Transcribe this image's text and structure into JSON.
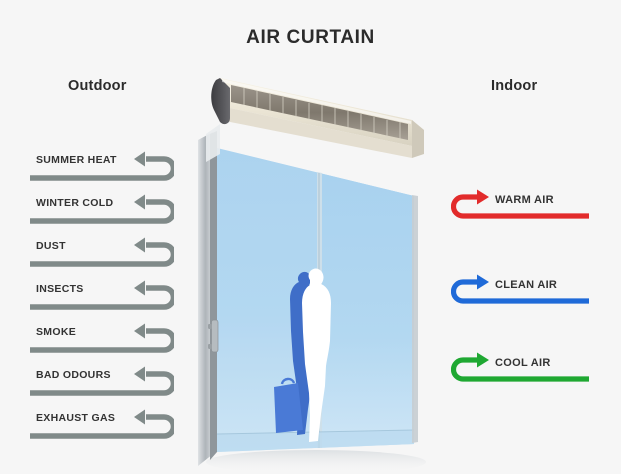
{
  "page": {
    "title": "AIR CURTAIN",
    "background_color": "#f6f6f6",
    "text_color": "#2b2b2b"
  },
  "headings": {
    "left": "Outdoor",
    "right": "Indoor"
  },
  "outdoor": {
    "arrow_color": "#808a89",
    "label_color": "#333333",
    "items": [
      {
        "label": "SUMMER HEAT",
        "icon": "u-turn-left-arrow-icon"
      },
      {
        "label": "WINTER COLD",
        "icon": "u-turn-left-arrow-icon"
      },
      {
        "label": "DUST",
        "icon": "u-turn-left-arrow-icon"
      },
      {
        "label": "INSECTS",
        "icon": "u-turn-left-arrow-icon"
      },
      {
        "label": "SMOKE",
        "icon": "u-turn-left-arrow-icon"
      },
      {
        "label": "BAD ODOURS",
        "icon": "u-turn-left-arrow-icon"
      },
      {
        "label": "EXHAUST GAS",
        "icon": "u-turn-left-arrow-icon"
      }
    ]
  },
  "indoor": {
    "label_color": "#333333",
    "items": [
      {
        "label": "WARM AIR",
        "color": "#e22b2b",
        "icon": "u-turn-right-arrow-icon"
      },
      {
        "label": "CLEAN AIR",
        "color": "#1f6ad8",
        "icon": "u-turn-right-arrow-icon"
      },
      {
        "label": "COOL AIR",
        "color": "#1fa832",
        "icon": "u-turn-right-arrow-icon"
      }
    ]
  },
  "illustration": {
    "name": "sliding-glass-door-with-air-curtain",
    "air_curtain_unit": {
      "name": "air-curtain-unit",
      "body_color": "#efeade",
      "end_cap_color": "#4a4a4c",
      "grille_color": "#8c8677"
    },
    "door": {
      "name": "sliding-glass-door",
      "glass_color": "#abd3ef",
      "frame_color": "#c9ccce",
      "handle_color": "#a9aeb2",
      "panels": 2
    },
    "person": {
      "name": "person-silhouette",
      "body_color": "#ffffff",
      "shadow_color": "#3f6ec8",
      "bag_color": "#4a7ad6"
    }
  }
}
